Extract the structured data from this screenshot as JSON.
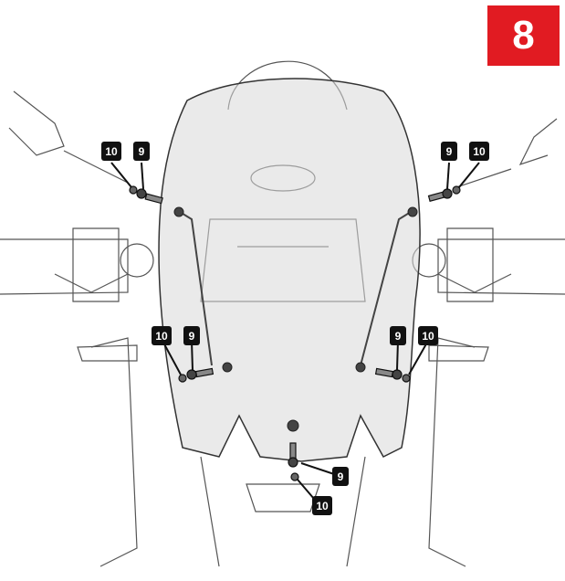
{
  "step": {
    "number": "8",
    "color": "#e11b22"
  },
  "callouts": {
    "part_9": "9",
    "part_10": "10"
  },
  "colors": {
    "line": "#222222",
    "shield": "#d9d9d9",
    "label_bg": "#111111"
  }
}
